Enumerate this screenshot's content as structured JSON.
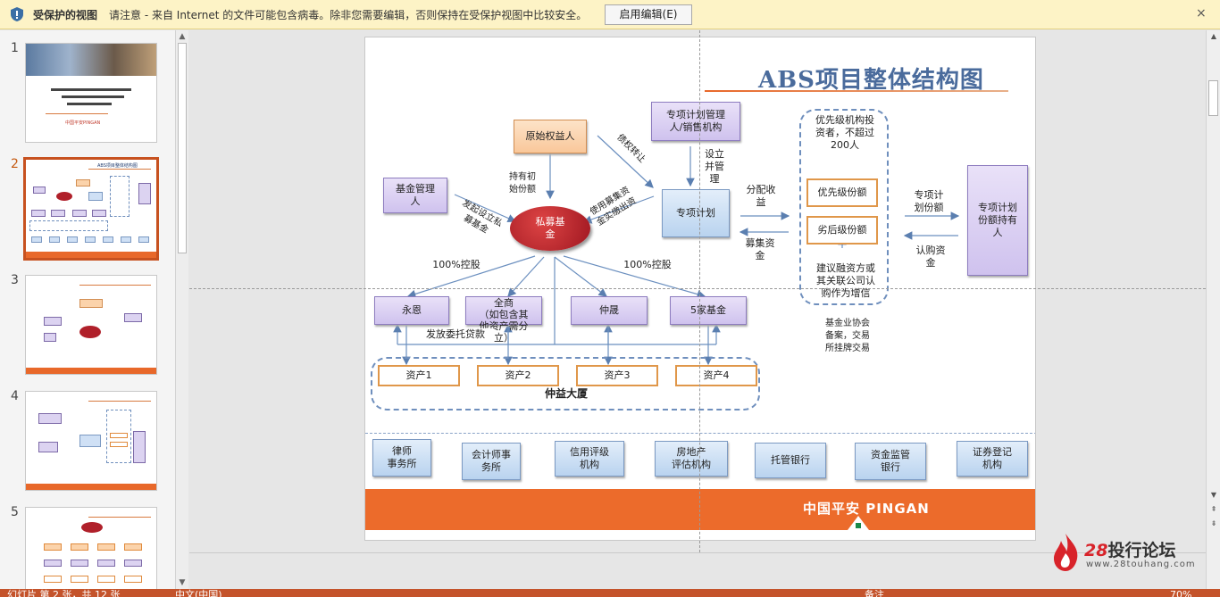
{
  "protected_view": {
    "title": "受保护的视图",
    "message": "请注意 - 来自 Internet 的文件可能包含病毒。除非您需要编辑，否则保持在受保护视图中比较安全。",
    "enable_button": "启用编辑(E)",
    "close": "×"
  },
  "thumbnails": [
    {
      "num": "1",
      "line1": "中国平安PINGAN"
    },
    {
      "num": "2",
      "title": "ABS项目整体结构图"
    },
    {
      "num": "3"
    },
    {
      "num": "4"
    },
    {
      "num": "5"
    }
  ],
  "slide": {
    "title": "ABS项目整体结构图",
    "nodes": {
      "original_holder": "原始权益人",
      "plan_manager": "专项计划管理\n人/销售机构",
      "fund_manager": "基金管理\n人",
      "private_fund": "私募基\n金",
      "special_plan": "专项计划",
      "investors_note": "优先级机构投\n资者，不超过\n200人",
      "priority_share": "优先级份额",
      "subordinate_share": "劣后级份额",
      "suggest_note": "建议融资方或\n其关联公司认\n购作为增信",
      "plan_holders": "专项计划\n份额持有\n人",
      "yongen": "永恩",
      "quanshang": "全商\n（如包含其\n他资产需分\n立）",
      "zhongsheng": "仲晟",
      "five_funds": "5家基金",
      "asset1": "资产1",
      "asset2": "资产2",
      "asset3": "资产3",
      "asset4": "资产4",
      "building": "仲益大厦"
    },
    "labels": {
      "hold_initial": "持有初\n始份额",
      "debt_transfer": "债权转让",
      "set_manage": "设立\n并管\n理",
      "distribute_income": "分配收\n益",
      "raise_funds": "募集资\n金",
      "plan_share": "专项计\n划份额",
      "subscribe_funds": "认购资\n金",
      "initiate_fund": "发起设立私\n募基金",
      "use_raised": "使用募集资\n金实缴出资",
      "control_left": "100%控股",
      "control_right": "100%控股",
      "entrust_loan": "发放委托贷款",
      "filing_note": "基金业协会\n备案，交易\n所挂牌交易"
    },
    "service_orgs": [
      "律师\n事务所",
      "会计师事\n务所",
      "信用评级\n机构",
      "房地产\n评估机构",
      "托管银行",
      "资金监管\n银行",
      "证券登记\n机构"
    ],
    "footer_logo": "中国平安 PINGAN"
  },
  "watermark": {
    "text_num": "28",
    "text": "投行论坛",
    "url": "www.28touhang.com"
  },
  "status": {
    "slide_info": "幻灯片 第 2 张，共 12 张",
    "language": "中文(中国)",
    "notes": "备注",
    "zoom": "70%"
  },
  "colors": {
    "accent_orange": "#ec6b2b",
    "title_blue": "#4a6b9c",
    "banner_yellow": "#fdf3c6"
  }
}
